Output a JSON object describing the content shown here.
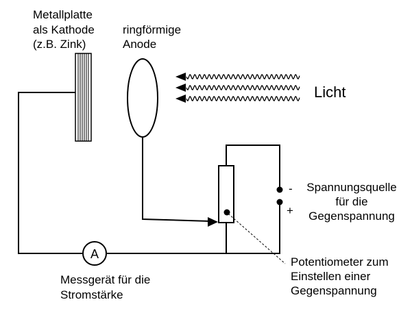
{
  "labels": {
    "cathode_line1": "Metallplatte",
    "cathode_line2": "als Kathode",
    "cathode_line3": "(z.B. Zink)",
    "anode_line1": "ringförmige",
    "anode_line2": "Anode",
    "light": "Licht",
    "source_line1": "Spannungsquelle",
    "source_line2": "für die",
    "source_line3": "Gegenspannung",
    "minus": "-",
    "plus": "+",
    "poti_line1": "Potentiometer zum",
    "poti_line2": "Einstellen einer",
    "poti_line3": "Gegenspannung",
    "meter_line1": "Messgerät für die",
    "meter_line2": "Stromstärke",
    "ammeter_symbol": "A"
  },
  "colors": {
    "stroke": "#000000",
    "background": "#ffffff"
  }
}
